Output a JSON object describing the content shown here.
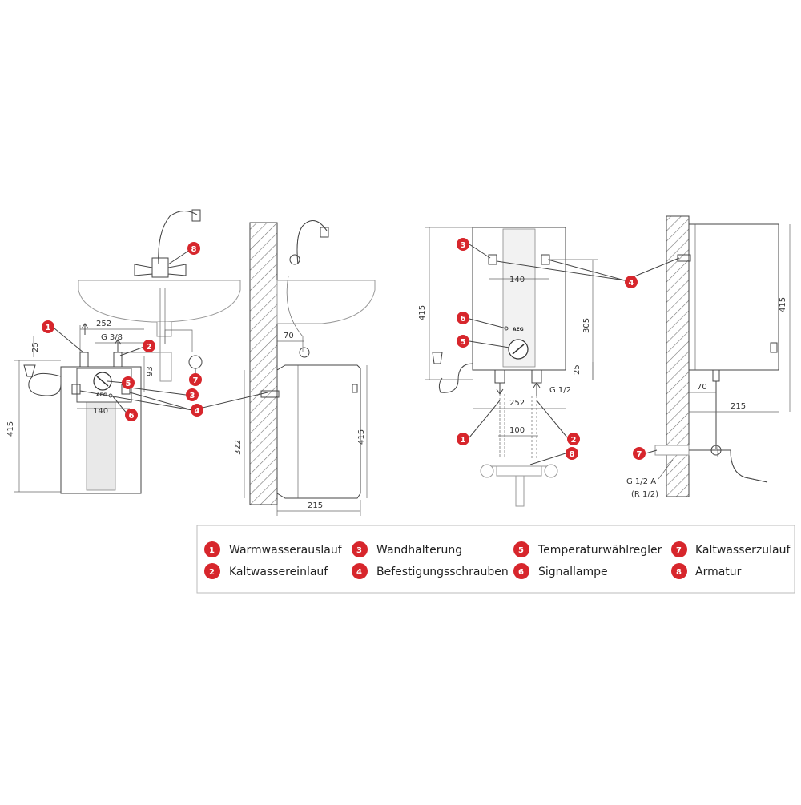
{
  "colors": {
    "marker": "#d7262c",
    "line": "#444444",
    "hatch": "#777777",
    "legend_border": "#bbbbbb"
  },
  "dimensions": {
    "front_left": {
      "width_top": "252",
      "connection": "G 3/8",
      "offset": "25",
      "height": "93",
      "overall_height": "415",
      "bracket": "140"
    },
    "side_left": {
      "wall_offset": "70",
      "depth": "215",
      "height_left": "322",
      "height_right": "415"
    },
    "front_right": {
      "overall_height": "415",
      "bracket": "140",
      "to_thread": "305",
      "thread_offset": "25",
      "connection": "G 1/2",
      "width_bottom": "252",
      "pipe_spacing": "100"
    },
    "side_right": {
      "height": "415",
      "wall_offset": "70",
      "depth": "215",
      "thread": "G 1/2 A",
      "thread_alt": "(R 1/2)"
    }
  },
  "diagram_text": {
    "brand": "AEG"
  },
  "markers": [
    "1",
    "2",
    "3",
    "4",
    "5",
    "6",
    "7",
    "8"
  ],
  "legend": [
    {
      "num": "1",
      "label": "Warmwasserauslauf"
    },
    {
      "num": "2",
      "label": "Kaltwassereinlauf"
    },
    {
      "num": "3",
      "label": "Wandhalterung"
    },
    {
      "num": "4",
      "label": "Befestigungsschrauben"
    },
    {
      "num": "5",
      "label": "Temperaturwählregler"
    },
    {
      "num": "6",
      "label": "Signallampe"
    },
    {
      "num": "7",
      "label": "Kaltwasserzulauf"
    },
    {
      "num": "8",
      "label": "Armatur"
    }
  ]
}
